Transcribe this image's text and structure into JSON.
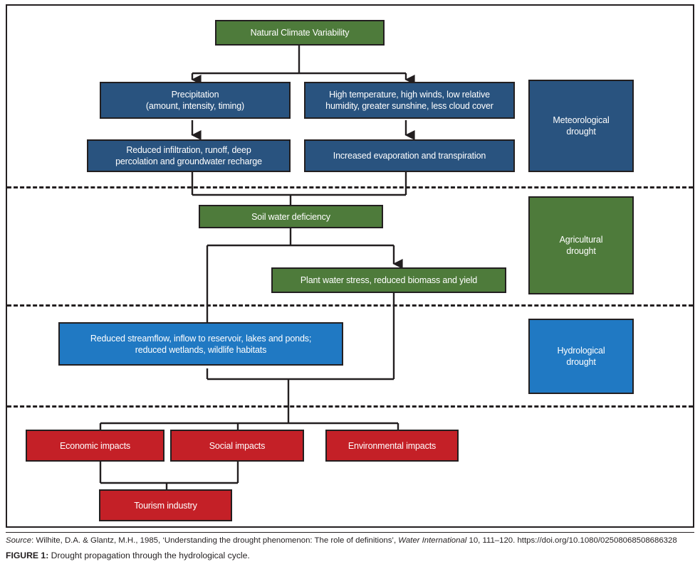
{
  "figure": {
    "nodes": [
      {
        "id": "natural-climate-variability",
        "label": "Natural Climate Variability",
        "color": "#4e7b3b",
        "category": "source"
      },
      {
        "id": "precipitation",
        "label": "Precipitation\n(amount, intensity, timing)",
        "color": "#29537f",
        "category": "meteorological"
      },
      {
        "id": "high-temperature",
        "label": "High temperature, high winds, low relative\nhumidity, greater sunshine, less cloud cover",
        "color": "#29537f",
        "category": "meteorological"
      },
      {
        "id": "reduced-infiltration",
        "label": "Reduced infiltration, runoff, deep\npercolation and groundwater recharge",
        "color": "#29537f",
        "category": "meteorological"
      },
      {
        "id": "increased-evaporation",
        "label": "Increased evaporation and transpiration",
        "color": "#29537f",
        "category": "meteorological"
      },
      {
        "id": "soil-water-deficiency",
        "label": "Soil water deficiency",
        "color": "#4e7b3b",
        "category": "agricultural"
      },
      {
        "id": "plant-water-stress",
        "label": "Plant water stress, reduced biomass and yield",
        "color": "#4e7b3b",
        "category": "agricultural"
      },
      {
        "id": "reduced-streamflow",
        "label": "Reduced streamflow, inflow to reservoir, lakes and ponds;\nreduced wetlands, wildlife habitats",
        "color": "#2079c3",
        "category": "hydrological"
      },
      {
        "id": "economic-impacts",
        "label": "Economic impacts",
        "color": "#c42027",
        "category": "impacts"
      },
      {
        "id": "social-impacts",
        "label": "Social impacts",
        "color": "#c42027",
        "category": "impacts"
      },
      {
        "id": "environmental-impacts",
        "label": "Environmental impacts",
        "color": "#c42027",
        "category": "impacts"
      },
      {
        "id": "tourism-industry",
        "label": "Tourism industry",
        "color": "#c42027",
        "category": "impacts"
      }
    ],
    "legend": [
      {
        "id": "meteorological-drought",
        "label": "Meteorological\ndrought",
        "color": "#29537f"
      },
      {
        "id": "agricultural-drought",
        "label": "Agricultural\ndrought",
        "color": "#4e7b3b"
      },
      {
        "id": "hydrological-drought",
        "label": "Hydrological\ndrought",
        "color": "#2079c3"
      }
    ],
    "node_text": {
      "natural_climate_variability": "Natural Climate Variability",
      "precipitation_line1": "Precipitation",
      "precipitation_line2": "(amount, intensity, timing)",
      "high_temperature_line1": "High temperature, high winds, low relative",
      "high_temperature_line2": "humidity, greater sunshine, less cloud cover",
      "reduced_infiltration_line1": "Reduced infiltration, runoff, deep",
      "reduced_infiltration_line2": "percolation and groundwater recharge",
      "increased_evaporation": "Increased evaporation and transpiration",
      "soil_water_deficiency": "Soil water deficiency",
      "plant_water_stress": "Plant water stress, reduced biomass and yield",
      "reduced_streamflow_line1": "Reduced streamflow, inflow to reservoir, lakes and ponds;",
      "reduced_streamflow_line2": "reduced wetlands, wildlife habitats",
      "economic_impacts": "Economic impacts",
      "social_impacts": "Social impacts",
      "environmental_impacts": "Environmental impacts",
      "tourism_industry": "Tourism industry"
    },
    "legend_text": {
      "meteorological_line1": "Meteorological",
      "meteorological_line2": "drought",
      "agricultural_line1": "Agricultural",
      "agricultural_line2": "drought",
      "hydrological_line1": "Hydrological",
      "hydrological_line2": "drought"
    }
  },
  "caption": {
    "source_label": "Source",
    "source_sep": ": ",
    "source_part1": "Wilhite, D.A. & Glantz, M.H., 1985, ‘Understanding the drought phenomenon: The role of definitions’, ",
    "source_journal": "Water International",
    "source_part2": " 10, 111–120. https://doi.org/10.1080/02508068508686328",
    "figure_label": "FIGURE 1:",
    "figure_text": " Drought propagation through the hydrological cycle."
  },
  "colors": {
    "green": "#4e7b3b",
    "dark_blue": "#29537f",
    "light_blue": "#2079c3",
    "red": "#c42027",
    "line": "#231f20"
  }
}
